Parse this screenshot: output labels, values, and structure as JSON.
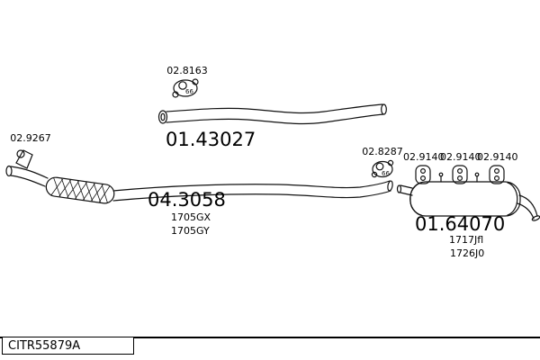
{
  "parts": {
    "gasket_top": {
      "number": "02.8163",
      "marking": "66"
    },
    "front_pipe": {
      "number": "01.43027"
    },
    "bracket_left": {
      "number": "02.9267"
    },
    "center_section": {
      "number": "04.3058",
      "variants": [
        "1705GX",
        "1705GY"
      ]
    },
    "gasket_mid": {
      "number": "02.8287",
      "marking": "66"
    },
    "mounts": [
      {
        "number": "02.9140"
      },
      {
        "number": "02.9140"
      },
      {
        "number": "02.9140"
      }
    ],
    "rear_muffler": {
      "number": "01.64070",
      "variants": [
        "1717Jfl",
        "1726J0"
      ]
    }
  },
  "footer": {
    "code": "CITR55879A"
  },
  "colors": {
    "line": "#111111",
    "background": "#ffffff"
  }
}
